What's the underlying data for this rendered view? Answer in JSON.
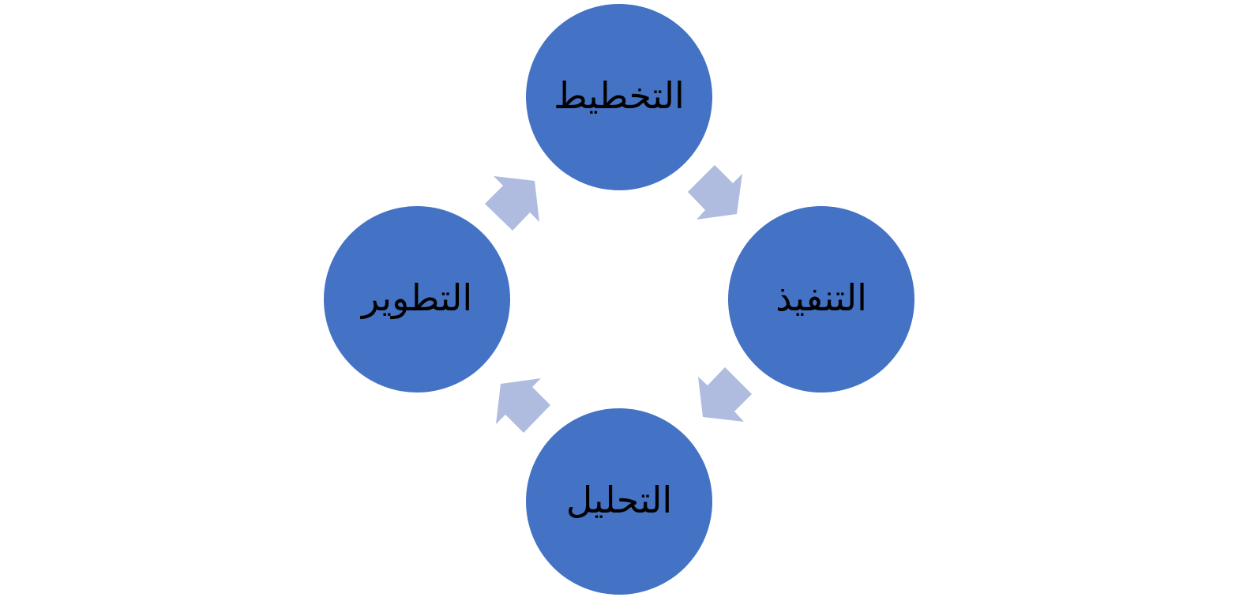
{
  "diagram": {
    "type": "cycle",
    "direction": "clockwise",
    "colors": {
      "node": "#4472C4",
      "arrow": "#AFBCDF",
      "text": "#000000"
    },
    "nodes": [
      {
        "id": "planning",
        "label": "التخطيط"
      },
      {
        "id": "implementation",
        "label": "التنفيذ"
      },
      {
        "id": "analysis",
        "label": "التحليل"
      },
      {
        "id": "development",
        "label": "التطوير"
      }
    ],
    "edges": [
      {
        "from": "planning",
        "to": "implementation"
      },
      {
        "from": "implementation",
        "to": "analysis"
      },
      {
        "from": "analysis",
        "to": "development"
      },
      {
        "from": "development",
        "to": "planning"
      }
    ]
  }
}
